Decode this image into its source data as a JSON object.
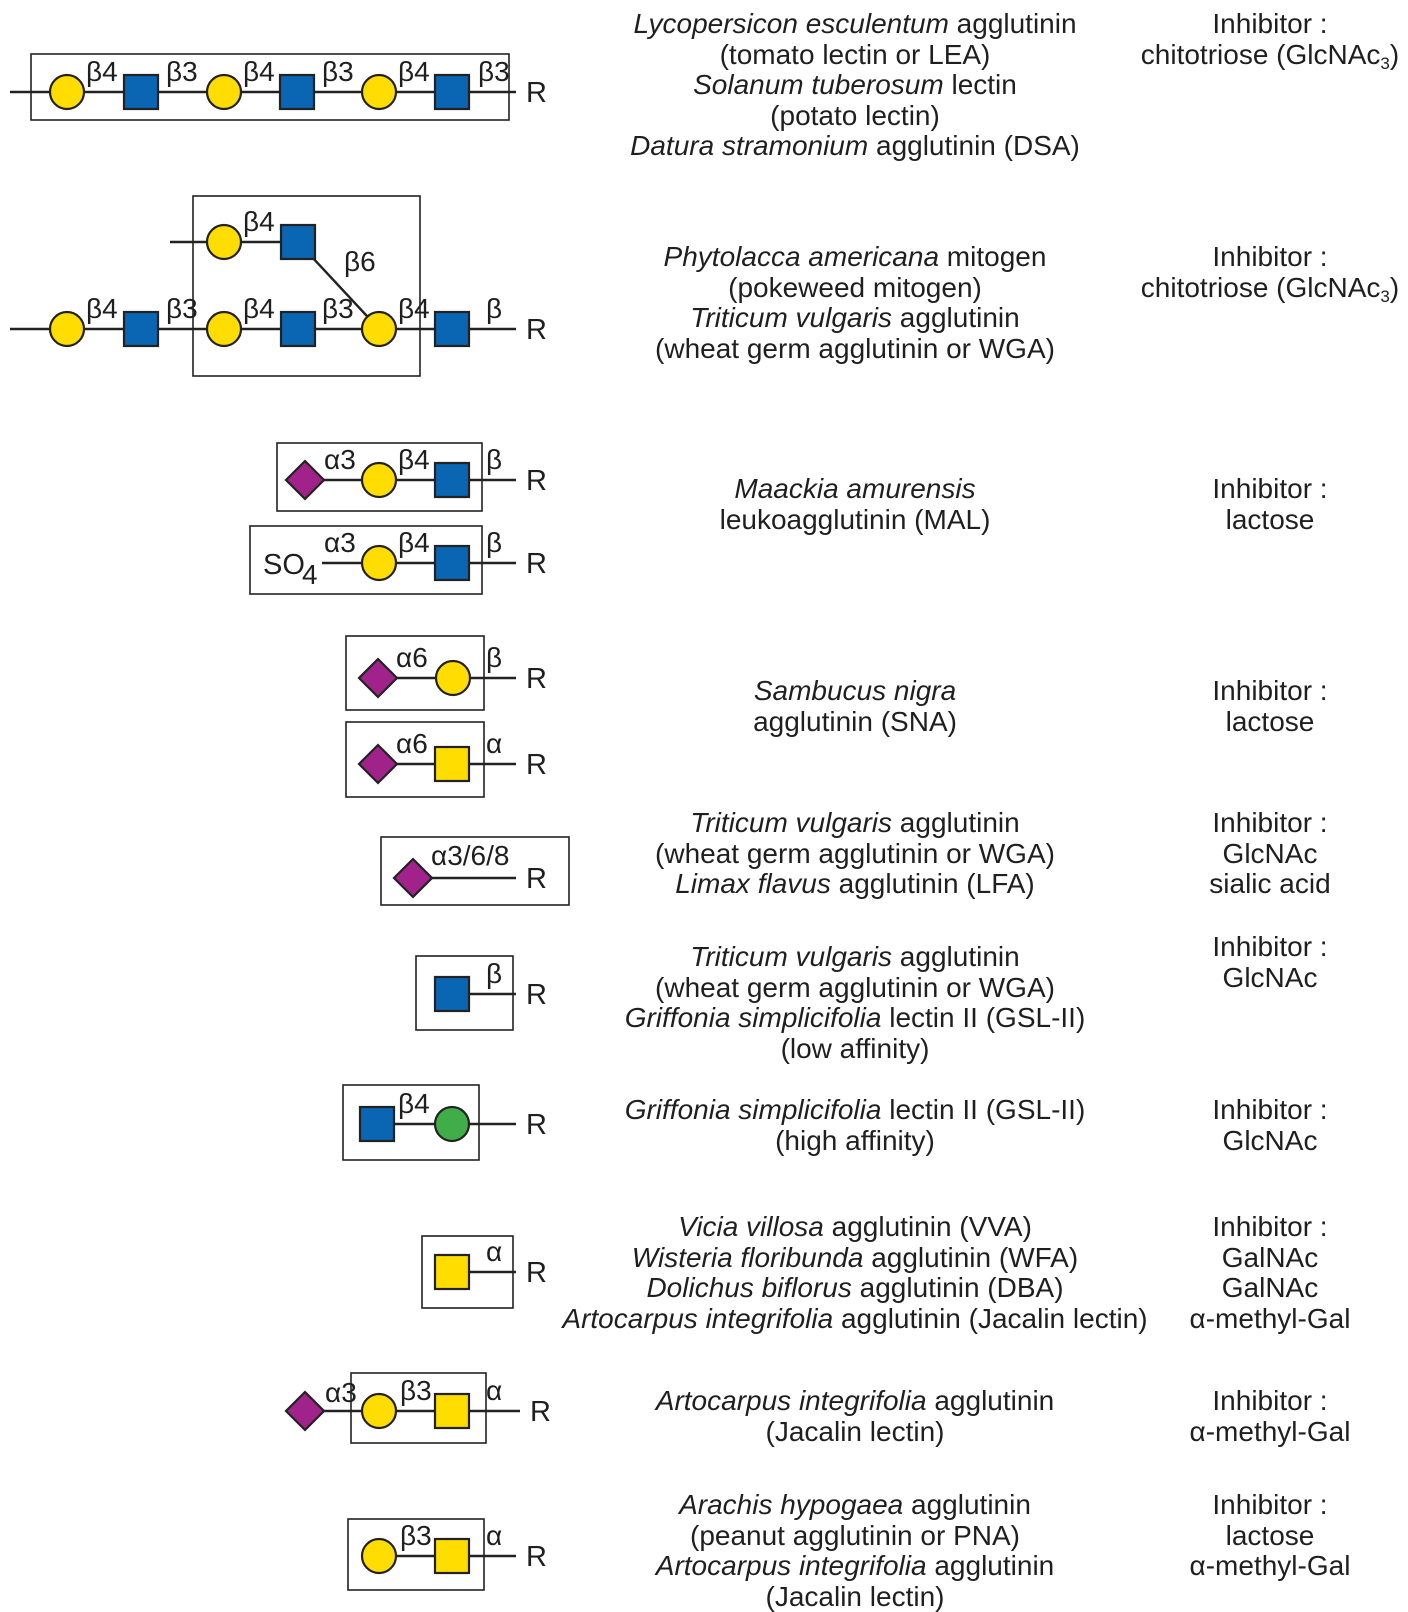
{
  "colors": {
    "galactose_circle": "#ffdd00",
    "glcnac_square": "#0a65b2",
    "galnac_square": "#ffdd00",
    "sialic_diamond": "#a0228a",
    "glucose_circle": "#3fae49",
    "line": "#222222"
  },
  "symbols": {
    "R": "R",
    "so4": "SO",
    "so4_sub": "4"
  },
  "glycan_labels": {
    "b3": "β3",
    "b4": "β4",
    "b6": "β6",
    "b": "β",
    "a3": "α3",
    "a6": "α6",
    "a": "α",
    "a368": "α3/6/8"
  },
  "rows": [
    {
      "lectin": [
        {
          "italic": "Lycopersicon esculentum",
          "text": " agglutinin"
        },
        {
          "text": "(tomato lectin or LEA)"
        },
        {
          "italic": "Solanum tuberosum",
          "text": " lectin"
        },
        {
          "text": "(potato lectin)"
        },
        {
          "italic": "Datura stramonium",
          "text": " agglutinin (DSA)"
        }
      ],
      "inhibitor": {
        "head": "Inhibitor :",
        "main": "chitotriose (GlcNAc",
        "sub": "3",
        "tail": ")"
      }
    },
    {
      "lectin": [
        {
          "italic": "Phytolacca americana",
          "text": " mitogen"
        },
        {
          "text": "(pokeweed mitogen)"
        },
        {
          "italic": "Triticum vulgaris",
          "text": " agglutinin"
        },
        {
          "text": "(wheat germ agglutinin or WGA)"
        }
      ],
      "inhibitor": {
        "head": "Inhibitor :",
        "main": "chitotriose (GlcNAc",
        "sub": "3",
        "tail": ")"
      }
    },
    {
      "lectin": [
        {
          "italic": "Maackia amurensis",
          "text": ""
        },
        {
          "text": "leukoagglutinin (MAL)"
        }
      ],
      "inhibitor": {
        "lines": [
          "Inhibitor :",
          "lactose"
        ]
      }
    },
    {
      "lectin": [
        {
          "italic": "Sambucus nigra",
          "text": ""
        },
        {
          "text": "agglutinin (SNA)"
        }
      ],
      "inhibitor": {
        "lines": [
          "Inhibitor :",
          "lactose"
        ]
      }
    },
    {
      "lectin": [
        {
          "italic": "Triticum vulgaris",
          "text": " agglutinin"
        },
        {
          "text": "(wheat germ agglutinin or WGA)"
        },
        {
          "italic": "Limax flavus",
          "text": " agglutinin (LFA)"
        }
      ],
      "inhibitor": {
        "lines": [
          "Inhibitor :",
          "GlcNAc",
          "sialic acid"
        ]
      }
    },
    {
      "lectin": [
        {
          "italic": "Triticum vulgaris",
          "text": " agglutinin"
        },
        {
          "text": "(wheat germ agglutinin or WGA)"
        },
        {
          "italic": "Griffonia simplicifolia",
          "text": " lectin II (GSL-II)"
        },
        {
          "text": "(low affinity)"
        }
      ],
      "inhibitor": {
        "lines": [
          "Inhibitor :",
          "GlcNAc"
        ]
      }
    },
    {
      "lectin": [
        {
          "italic": "Griffonia simplicifolia",
          "text": " lectin II (GSL-II)"
        },
        {
          "text": "(high affinity)"
        }
      ],
      "inhibitor": {
        "lines": [
          "Inhibitor :",
          "GlcNAc"
        ]
      }
    },
    {
      "lectin": [
        {
          "italic": "Vicia villosa",
          "text": " agglutinin (VVA)"
        },
        {
          "italic": "Wisteria floribunda",
          "text": " agglutinin (WFA)"
        },
        {
          "italic": "Dolichus biflorus",
          "text": " agglutinin (DBA)"
        },
        {
          "italic": "Artocarpus integrifolia",
          "text": " agglutinin (Jacalin lectin)"
        }
      ],
      "inhibitor": {
        "lines": [
          "Inhibitor :",
          "GalNAc",
          "GalNAc",
          "α-methyl-Gal"
        ]
      }
    },
    {
      "lectin": [
        {
          "italic": "Artocarpus integrifolia",
          "text": " agglutinin"
        },
        {
          "text": "(Jacalin lectin)"
        }
      ],
      "inhibitor": {
        "lines": [
          "Inhibitor :",
          "α-methyl-Gal"
        ]
      }
    },
    {
      "lectin": [
        {
          "italic": "Arachis hypogaea",
          "text": " agglutinin"
        },
        {
          "text": "(peanut agglutinin or PNA)"
        },
        {
          "italic": "Artocarpus integrifolia",
          "text": " agglutinin"
        },
        {
          "text": "(Jacalin lectin)"
        }
      ],
      "inhibitor": {
        "lines": [
          "Inhibitor :",
          "lactose",
          "α-methyl-Gal"
        ]
      }
    }
  ]
}
